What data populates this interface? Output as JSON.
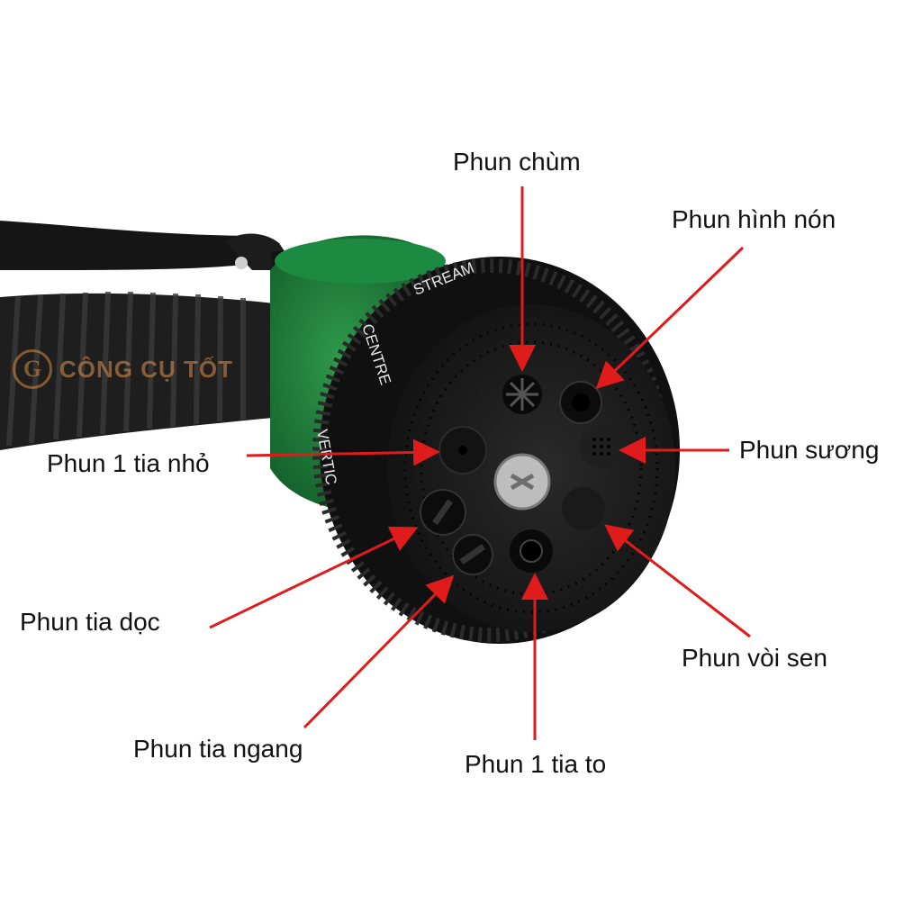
{
  "logo": {
    "mark": "G",
    "text": "CÔNG CỤ TỐT"
  },
  "ring_text": {
    "stream": "STREAM",
    "centre": "CENTRE",
    "vertical": "VERTIC"
  },
  "labels": {
    "chum": "Phun chùm",
    "hinh_non": "Phun hình nón",
    "suong": "Phun sương",
    "voi_sen": "Phun vòi sen",
    "tia_to": "Phun 1 tia to",
    "tia_ngang": "Phun tia ngang",
    "tia_doc": "Phun tia dọc",
    "tia_nho": "Phun 1 tia nhỏ"
  },
  "colors": {
    "arrow": "#e01b1b",
    "green": "#1f7a3a",
    "black": "#1a1a1a"
  }
}
